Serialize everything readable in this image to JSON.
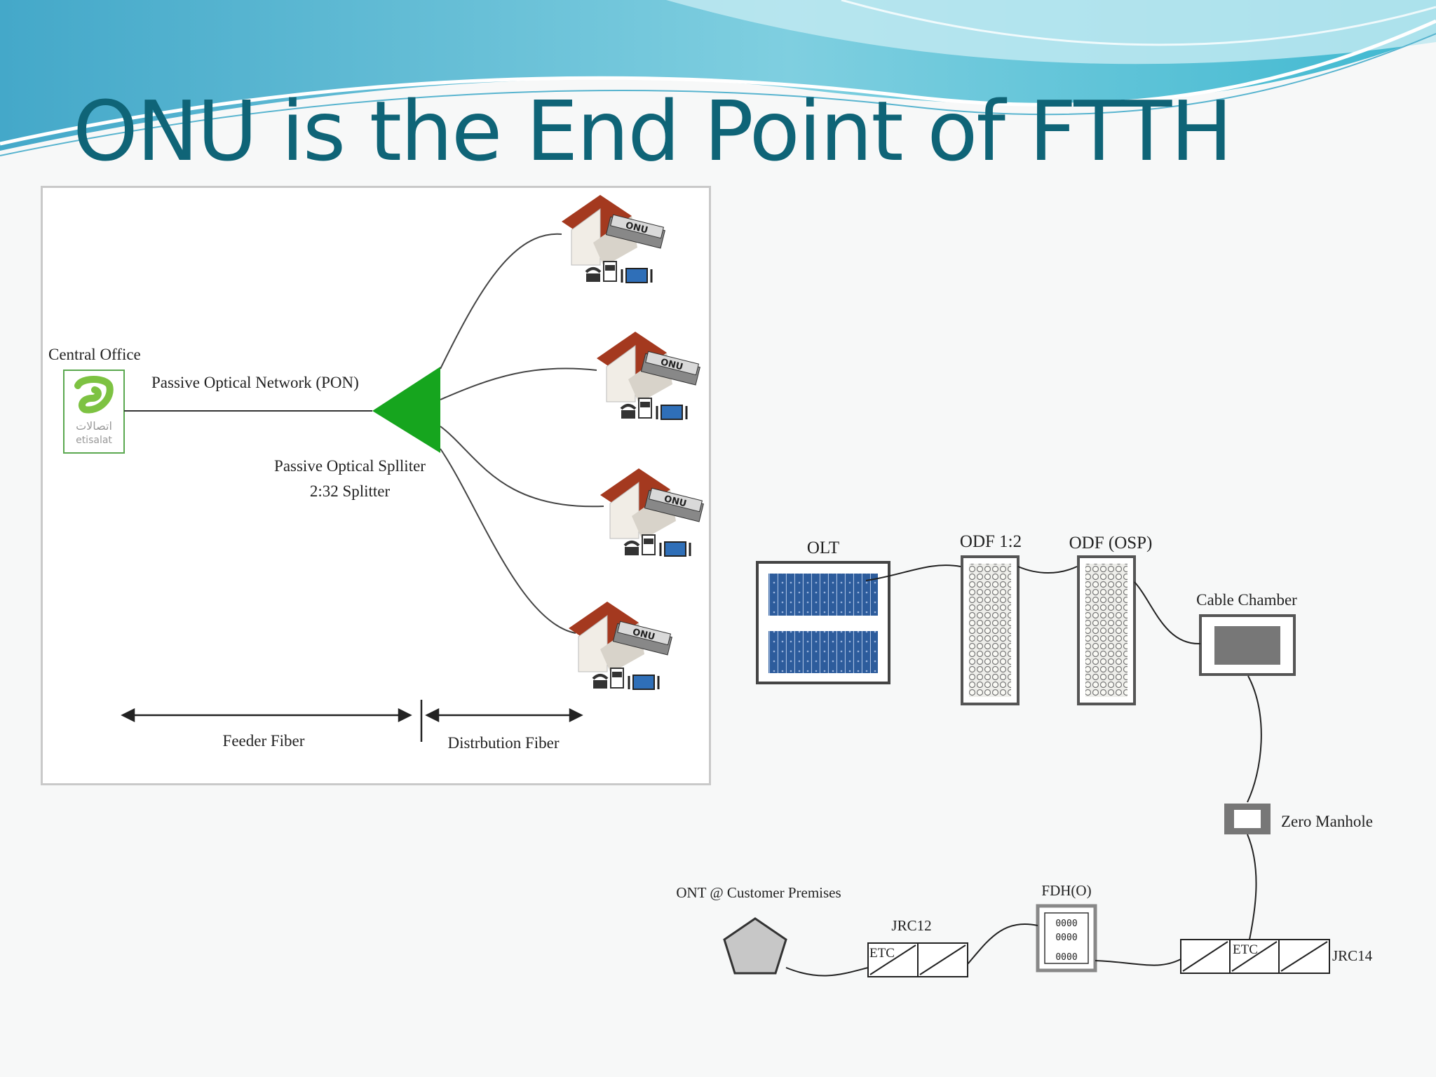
{
  "slide": {
    "title": "ONU is the End Point of FTTH",
    "colors": {
      "title": "#0f6477",
      "splitter": "#16a51e",
      "roof": "#a4391f",
      "rack": "#2d5c9c"
    }
  },
  "pon_diagram": {
    "central_office": "Central Office",
    "logo": {
      "arabic": "اتصالات",
      "latin": "etisalat"
    },
    "pon_label": "Passive Optical Network (PON)",
    "splitter_label": "Passive Optical Splliter",
    "splitter_ratio": "2:32 Splitter",
    "onu_badge": "ONU",
    "feeder_label": "Feeder Fiber",
    "distribution_label": "Distrbution Fiber",
    "icons": [
      "etisalat-logo-icon",
      "house-icon",
      "phone-icon",
      "computer-icon",
      "tv-icon"
    ]
  },
  "ftth_diagram": {
    "olt": "OLT",
    "odf_split": "ODF 1:2",
    "odf_osp": "ODF (OSP)",
    "cable_chamber": "Cable Chamber",
    "zero_manhole": "Zero Manhole",
    "fdh": "FDH(O)",
    "fdh_ports": "0000",
    "jrc14": "JRC14",
    "jrc12": "JRC12",
    "etc": "ETC",
    "ont": "ONT @ Customer Premises"
  }
}
